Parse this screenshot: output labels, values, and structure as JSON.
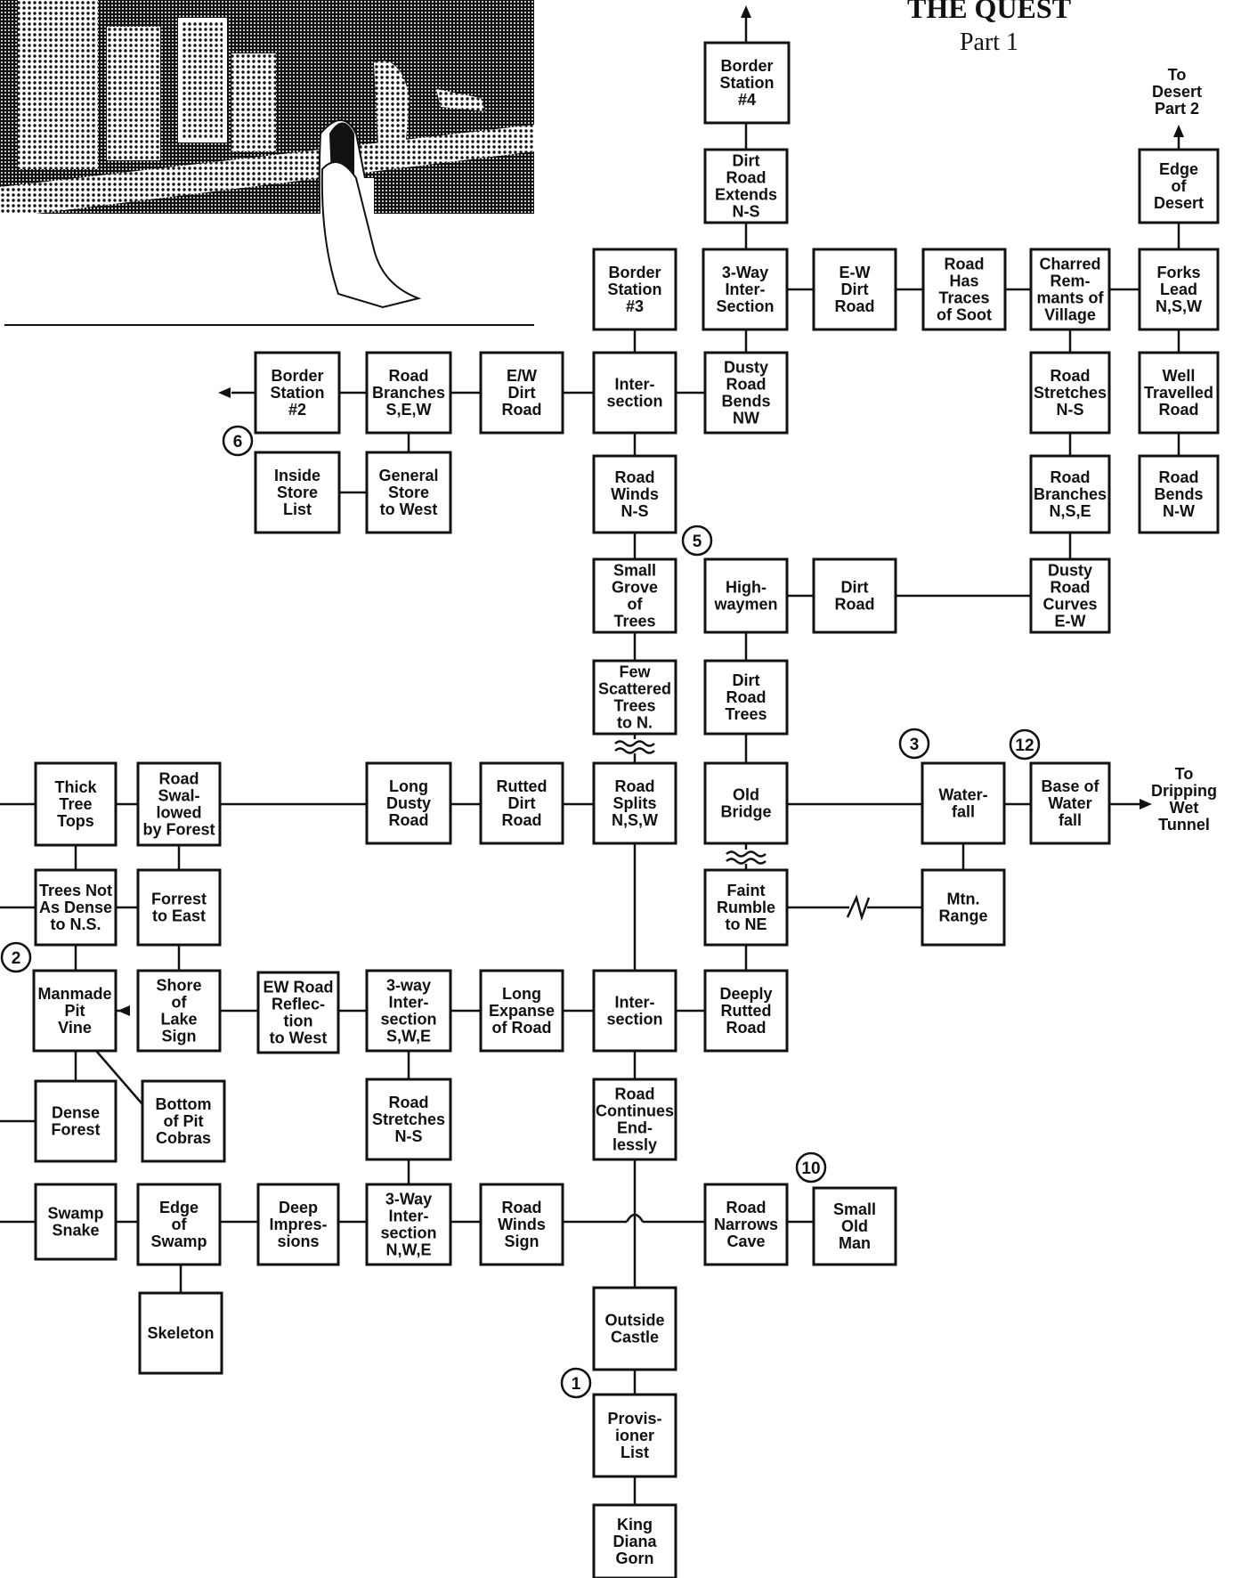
{
  "title": "THE QUEST",
  "subtitle": "Part 1",
  "nodes": [
    {
      "id": "bs4",
      "label": "Border\nStation\n#4"
    },
    {
      "id": "dre",
      "label": "Dirt\nRoad\nExtends\nN-S"
    },
    {
      "id": "way3top",
      "label": "3-Way\nInter-\nSection"
    },
    {
      "id": "ewdr",
      "label": "E-W\nDirt\nRoad"
    },
    {
      "id": "soot",
      "label": "Road\nHas\nTraces\nof Soot"
    },
    {
      "id": "charred",
      "label": "Charred\nRem-\nmants of\nVillage"
    },
    {
      "id": "forks",
      "label": "Forks\nLead\nN,S,W"
    },
    {
      "id": "desert",
      "label": "Edge\nof\nDesert"
    },
    {
      "id": "bs3",
      "label": "Border\nStation\n#3"
    },
    {
      "id": "inter1",
      "label": "Inter-\nsection"
    },
    {
      "id": "dustynw",
      "label": "Dusty\nRoad\nBends\nNW"
    },
    {
      "id": "ewdirt2",
      "label": "E/W\nDirt\nRoad"
    },
    {
      "id": "rbsew",
      "label": "Road\nBranches\nS,E,W"
    },
    {
      "id": "bs2",
      "label": "Border\nStation\n#2"
    },
    {
      "id": "rsns",
      "label": "Road\nStretches\nN-S"
    },
    {
      "id": "welltr",
      "label": "Well\nTravelled\nRoad"
    },
    {
      "id": "inside",
      "label": "Inside\nStore\nList"
    },
    {
      "id": "gstore",
      "label": "General\nStore\nto West"
    },
    {
      "id": "rwns",
      "label": "Road\nWinds\nN-S"
    },
    {
      "id": "rbnse",
      "label": "Road\nBranches\nN,S,E"
    },
    {
      "id": "rbnw",
      "label": "Road\nBends\nN-W"
    },
    {
      "id": "grove",
      "label": "Small\nGrove\nof\nTrees"
    },
    {
      "id": "highway",
      "label": "High-\nwaymen"
    },
    {
      "id": "dirtroad",
      "label": "Dirt\nRoad"
    },
    {
      "id": "dustyew",
      "label": "Dusty\nRoad\nCurves\nE-W"
    },
    {
      "id": "few",
      "label": "Few\nScattered\nTrees\nto N."
    },
    {
      "id": "drtrees",
      "label": "Dirt\nRoad\nTrees"
    },
    {
      "id": "thick",
      "label": "Thick\nTree\nTops"
    },
    {
      "id": "swal",
      "label": "Road\nSwal-\nlowed\nby Forest"
    },
    {
      "id": "longdusty",
      "label": "Long\nDusty\nRoad"
    },
    {
      "id": "rutted",
      "label": "Rutted\nDirt\nRoad"
    },
    {
      "id": "splits",
      "label": "Road\nSplits\nN,S,W"
    },
    {
      "id": "oldbridge",
      "label": "Old\nBridge"
    },
    {
      "id": "waterfall",
      "label": "Water-\nfall"
    },
    {
      "id": "basewf",
      "label": "Base of\nWater\nfall"
    },
    {
      "id": "notdense",
      "label": "Trees Not\nAs Dense\nto N.S."
    },
    {
      "id": "forrest",
      "label": "Forrest\nto East"
    },
    {
      "id": "faint",
      "label": "Faint\nRumble\nto NE"
    },
    {
      "id": "mtn",
      "label": "Mtn.\nRange"
    },
    {
      "id": "manmade",
      "label": "Manmade\nPit\nVine"
    },
    {
      "id": "shore",
      "label": "Shore\nof\nLake\nSign"
    },
    {
      "id": "ewrefl",
      "label": "EW Road\nReflec-\ntion\nto West"
    },
    {
      "id": "swe",
      "label": "3-way\nInter-\nsection\nS,W,E"
    },
    {
      "id": "longexp",
      "label": "Long\nExpanse\nof Road"
    },
    {
      "id": "inter2",
      "label": "Inter-\nsection"
    },
    {
      "id": "deeply",
      "label": "Deeply\nRutted\nRoad"
    },
    {
      "id": "dense",
      "label": "Dense\nForest"
    },
    {
      "id": "cobras",
      "label": "Bottom\nof Pit\nCobras"
    },
    {
      "id": "rsns2",
      "label": "Road\nStretches\nN-S"
    },
    {
      "id": "endless",
      "label": "Road\nContinues\nEnd-\nlessly"
    },
    {
      "id": "swampsnake",
      "label": "Swamp\nSnake"
    },
    {
      "id": "edgeswamp",
      "label": "Edge\nof\nSwamp"
    },
    {
      "id": "deepimp",
      "label": "Deep\nImpres-\nsions"
    },
    {
      "id": "nwe",
      "label": "3-Way\nInter-\nsection\nN,W,E"
    },
    {
      "id": "rwsign",
      "label": "Road\nWinds\nSign"
    },
    {
      "id": "narrows",
      "label": "Road\nNarrows\nCave"
    },
    {
      "id": "oldman",
      "label": "Small\nOld\nMan"
    },
    {
      "id": "skeleton",
      "label": "Skeleton"
    },
    {
      "id": "outside",
      "label": "Outside\nCastle"
    },
    {
      "id": "prov",
      "label": "Provis-\nioner\nList"
    },
    {
      "id": "king",
      "label": "King\nDiana\nGorn"
    }
  ],
  "exits": [
    {
      "id": "desert2",
      "label": "To\nDesert\nPart 2"
    },
    {
      "id": "tunnel",
      "label": "To\nDripping\nWet\nTunnel"
    }
  ],
  "badges": [
    "6",
    "5",
    "3",
    "12",
    "2",
    "10",
    "1"
  ]
}
